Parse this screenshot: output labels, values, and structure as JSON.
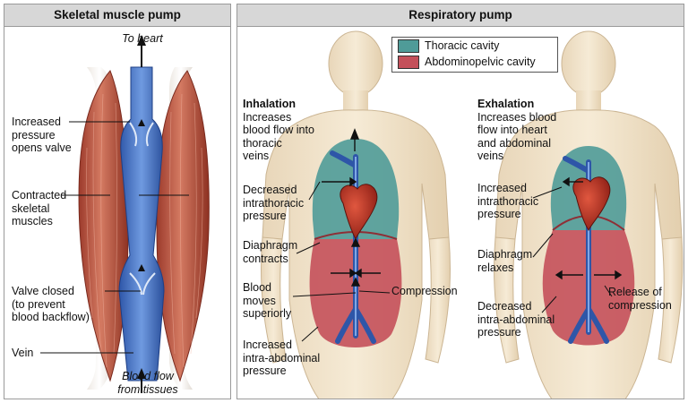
{
  "skeletal": {
    "title": "Skeletal muscle pump",
    "to_heart": "To heart",
    "increased_pressure": [
      "Increased",
      "pressure",
      "opens valve"
    ],
    "contracted": [
      "Contracted",
      "skeletal",
      "muscles"
    ],
    "valve_closed": [
      "Valve closed",
      "(to prevent",
      "blood backflow)"
    ],
    "vein": "Vein",
    "blood_flow": [
      "Blood flow",
      "from tissues"
    ]
  },
  "respiratory": {
    "title": "Respiratory pump",
    "legend": [
      {
        "label": "Thoracic cavity",
        "color": "#4f9b98"
      },
      {
        "label": "Abdominopelvic cavity",
        "color": "#c4505a"
      }
    ],
    "inhalation": {
      "heading": "Inhalation",
      "desc": [
        "Increases",
        "blood flow into",
        "thoracic",
        "veins"
      ],
      "decreased_intrathoracic": [
        "Decreased",
        "intrathoracic",
        "pressure"
      ],
      "diaphragm": [
        "Diaphragm",
        "contracts"
      ],
      "blood_moves": [
        "Blood",
        "moves",
        "superiorly"
      ],
      "increased_intraabdominal": [
        "Increased",
        "intra-abdominal",
        "pressure"
      ],
      "compression": "Compression"
    },
    "exhalation": {
      "heading": "Exhalation",
      "desc": [
        "Increases blood",
        "flow into heart",
        "and abdominal",
        "veins"
      ],
      "increased_intrathoracic": [
        "Increased",
        "intrathoracic",
        "pressure"
      ],
      "diaphragm": [
        "Diaphragm",
        "relaxes"
      ],
      "decreased_intraabdominal": [
        "Decreased",
        "intra-abdominal",
        "pressure"
      ],
      "release": [
        "Release of",
        "compression"
      ]
    }
  }
}
